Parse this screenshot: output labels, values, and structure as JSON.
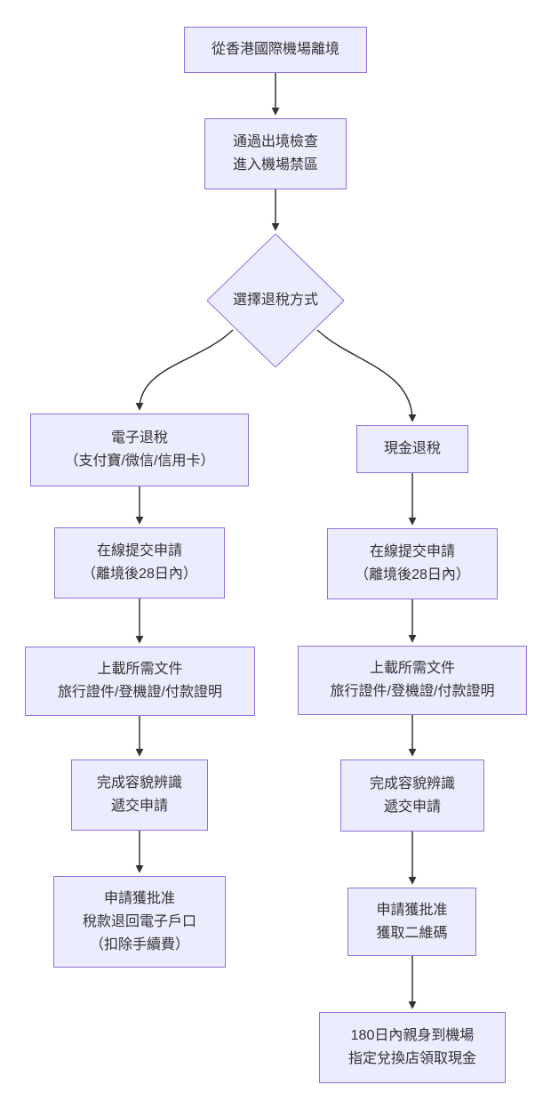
{
  "diagram": {
    "type": "flowchart",
    "direction": "top-down",
    "colors": {
      "node_fill": "#ECECFF",
      "node_border": "#9370DB",
      "edge": "#333333",
      "text": "#333333",
      "background": "#FFFFFF"
    },
    "nodes": {
      "depart": {
        "shape": "rect",
        "lines": [
          "從香港國際機場離境"
        ]
      },
      "immigration": {
        "shape": "rect",
        "lines": [
          "通過出境檢查",
          "進入機場禁區"
        ]
      },
      "choose": {
        "shape": "diamond",
        "lines": [
          "選擇退稅方式"
        ]
      },
      "e_refund": {
        "shape": "rect",
        "lines": [
          "電子退稅",
          "（支付寶/微信/信用卡）"
        ]
      },
      "cash_refund": {
        "shape": "rect",
        "lines": [
          "現金退稅"
        ]
      },
      "e_submit": {
        "shape": "rect",
        "lines": [
          "在線提交申請",
          "（離境後28日內）"
        ]
      },
      "cash_submit": {
        "shape": "rect",
        "lines": [
          "在線提交申請",
          "（離境後28日內）"
        ]
      },
      "e_upload": {
        "shape": "rect",
        "lines": [
          "上載所需文件",
          "旅行證件/登機證/付款證明"
        ]
      },
      "cash_upload": {
        "shape": "rect",
        "lines": [
          "上載所需文件",
          "旅行證件/登機證/付款證明"
        ]
      },
      "e_face": {
        "shape": "rect",
        "lines": [
          "完成容貌辨識",
          "遞交申請"
        ]
      },
      "cash_face": {
        "shape": "rect",
        "lines": [
          "完成容貌辨識",
          "遞交申請"
        ]
      },
      "e_approved": {
        "shape": "rect",
        "lines": [
          "申請獲批准",
          "稅款退回電子戶口",
          "（扣除手續費）"
        ]
      },
      "cash_approved": {
        "shape": "rect",
        "lines": [
          "申請獲批准",
          "獲取二維碼"
        ]
      },
      "cash_collect": {
        "shape": "rect",
        "lines": [
          "180日內親身到機場",
          "指定兌換店領取現金"
        ]
      }
    },
    "edges": [
      {
        "from": "depart",
        "to": "immigration"
      },
      {
        "from": "immigration",
        "to": "choose"
      },
      {
        "from": "choose",
        "to": "e_refund"
      },
      {
        "from": "choose",
        "to": "cash_refund"
      },
      {
        "from": "e_refund",
        "to": "e_submit"
      },
      {
        "from": "cash_refund",
        "to": "cash_submit"
      },
      {
        "from": "e_submit",
        "to": "e_upload"
      },
      {
        "from": "cash_submit",
        "to": "cash_upload"
      },
      {
        "from": "e_upload",
        "to": "e_face"
      },
      {
        "from": "cash_upload",
        "to": "cash_face"
      },
      {
        "from": "e_face",
        "to": "e_approved"
      },
      {
        "from": "cash_face",
        "to": "cash_approved"
      },
      {
        "from": "cash_approved",
        "to": "cash_collect"
      }
    ]
  }
}
